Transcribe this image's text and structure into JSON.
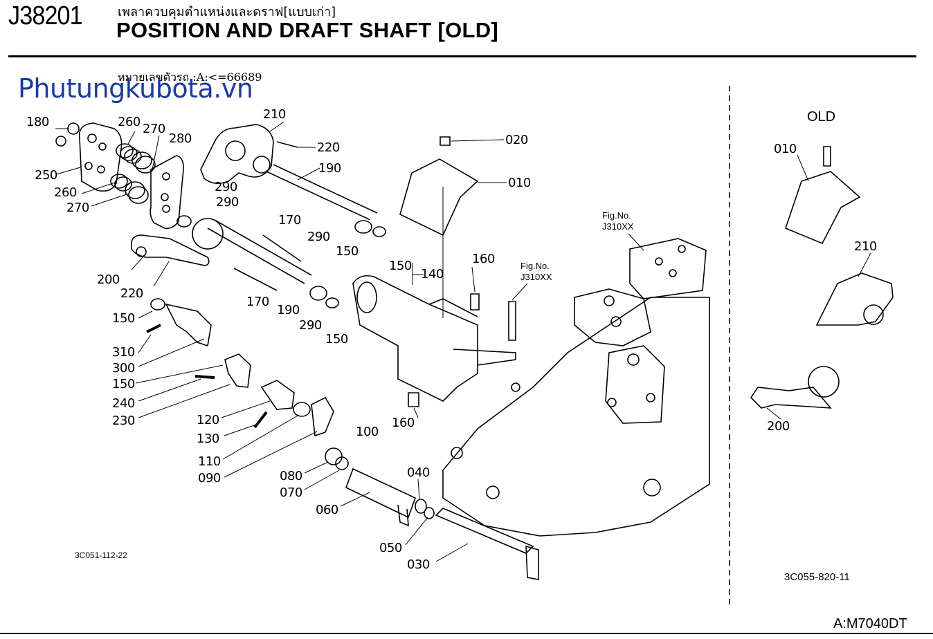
{
  "header": {
    "code": "J38201",
    "thai_title": "เพลาควบคุมตำแหน่งและดราฟ[แบบเก่า]",
    "title": "POSITION AND DRAFT SHAFT [OLD]",
    "serial_condition": "หมายเลขตัวรถ.:A:<=66689"
  },
  "watermark": "Phutungkubota.vn",
  "side_panel_label": "OLD",
  "figure_refs": {
    "fig_a": [
      "Fig.No.",
      "J310XX"
    ],
    "fig_b": [
      "Fig.No.",
      "J310XX"
    ]
  },
  "drawing_codes": {
    "left": "3C051-112-22",
    "right": "3C055-820-11"
  },
  "model": "A:M7040DT",
  "part_labels": [
    "180",
    "260",
    "270",
    "280",
    "210",
    "220",
    "190",
    "250",
    "260",
    "270",
    "290",
    "290",
    "290",
    "150",
    "170",
    "200",
    "220",
    "190",
    "170",
    "150",
    "290",
    "150",
    "150",
    "140",
    "020",
    "010",
    "160",
    "310",
    "300",
    "150",
    "240",
    "230",
    "120",
    "130",
    "110",
    "090",
    "100",
    "080",
    "070",
    "060",
    "040",
    "050",
    "030",
    "160",
    "010",
    "210",
    "200"
  ]
}
